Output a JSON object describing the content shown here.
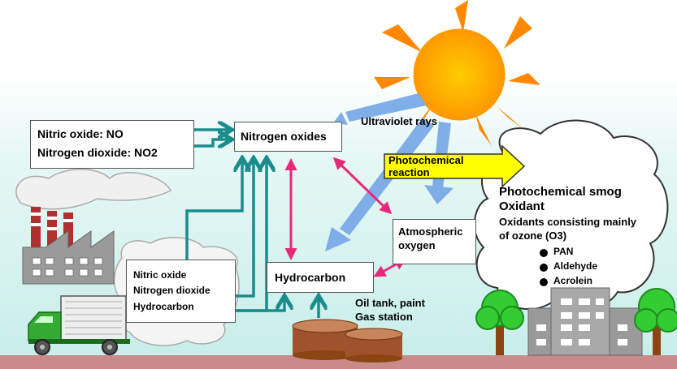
{
  "labels": {
    "no_line": "Nitric oxide: NO",
    "no2_line": "Nitrogen dioxide: NO2",
    "nitrogen_oxides": "Nitrogen oxides",
    "uv": "Ultraviolet rays",
    "photo_reaction_1": "Photochemical",
    "photo_reaction_2": "reaction",
    "smog_title_1": "Photochemical smog",
    "smog_title_2": "Oxidant",
    "smog_desc_1": "Oxidants consisting mainly",
    "smog_desc_2": "of ozone (O3)",
    "smog_items": [
      "PAN",
      "Aldehyde",
      "Acrolein"
    ],
    "atmospheric_1": "Atmospheric",
    "atmospheric_2": "oxygen",
    "hydrocarbon": "Hydrocarbon",
    "emission_1": "Nitric oxide",
    "emission_2": "Nitrogen dioxide",
    "emission_3": "Hydrocarbon",
    "oiltank_1": "Oil tank, paint",
    "oiltank_2": "Gas station"
  },
  "colors": {
    "teal_arrow": "#1a8c8c",
    "pink_arrow": "#e8287a",
    "uv_arrow": "#7aaae8",
    "sun": "#ffb000",
    "photo_box": "#ffff00",
    "ground": "#c98a8a",
    "truck": "#33aa33",
    "factory": "#9a9a9a",
    "tree": "#33cc33",
    "tank": "#a0522d"
  }
}
